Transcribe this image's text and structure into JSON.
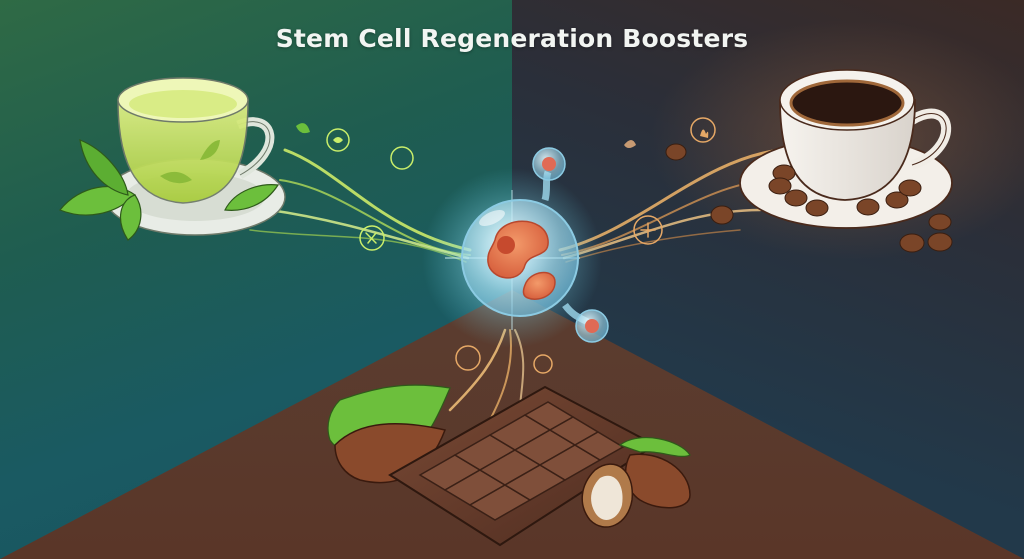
{
  "title": "Stem Cell Regeneration Boosters",
  "items": [
    {
      "label": "green-tea",
      "icon": "green-tea-cup-icon",
      "position": "top-left"
    },
    {
      "label": "coffee",
      "icon": "coffee-cup-icon",
      "position": "top-right"
    },
    {
      "label": "dark-chocolate",
      "icon": "chocolate-bar-icon",
      "position": "bottom-center"
    }
  ],
  "center": {
    "icon": "stem-cell-icon"
  },
  "colors": {
    "green_tea_stream": "#d6f26a",
    "coffee_stream": "#f0b56a",
    "chocolate_stream": "#f3c27a",
    "cell_glow": "#bff3ff",
    "title_text": "#f2f5f2"
  }
}
